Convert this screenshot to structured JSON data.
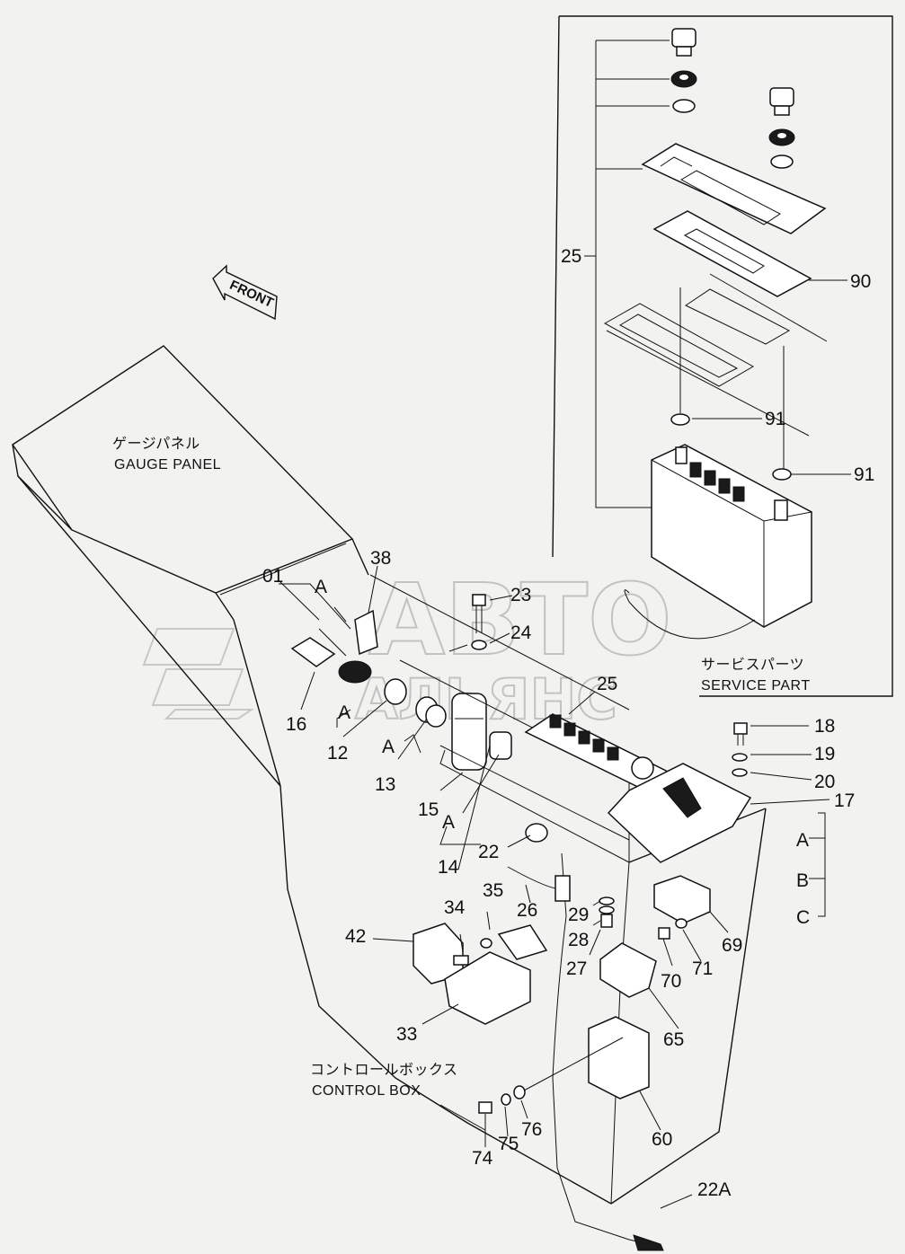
{
  "front_label": "FRONT",
  "gauge_panel": {
    "jp": "ゲージパネル",
    "en": "GAUGE PANEL"
  },
  "control_box": {
    "jp": "コントロールボックス",
    "en": "CONTROL BOX"
  },
  "service_part": {
    "jp": "サービスパーツ",
    "en": "SERVICE PART"
  },
  "watermark": {
    "line1": "АВТО",
    "line2": "АЛЬЯНС"
  },
  "callouts": {
    "p01": "01",
    "p38": "38",
    "p16": "16",
    "p12": "12",
    "p13": "13",
    "p15": "15",
    "p14": "14",
    "p22": "22",
    "p23": "23",
    "p24": "24",
    "p25_top": "25",
    "p25": "25",
    "p90": "90",
    "p91_a": "91",
    "p91_b": "91",
    "p18": "18",
    "p19": "19",
    "p20": "20",
    "p17": "17",
    "p26": "26",
    "p29": "29",
    "p28": "28",
    "p27": "27",
    "p34": "34",
    "p35": "35",
    "p42": "42",
    "p33": "33",
    "p69": "69",
    "p70": "70",
    "p71": "71",
    "p65": "65",
    "p60": "60",
    "p74": "74",
    "p75": "75",
    "p76": "76",
    "p22a": "22A"
  },
  "letters": {
    "a1": "A",
    "a2": "A",
    "a3": "A",
    "a4": "A",
    "ra": "A",
    "rb": "B",
    "rc": "C"
  }
}
